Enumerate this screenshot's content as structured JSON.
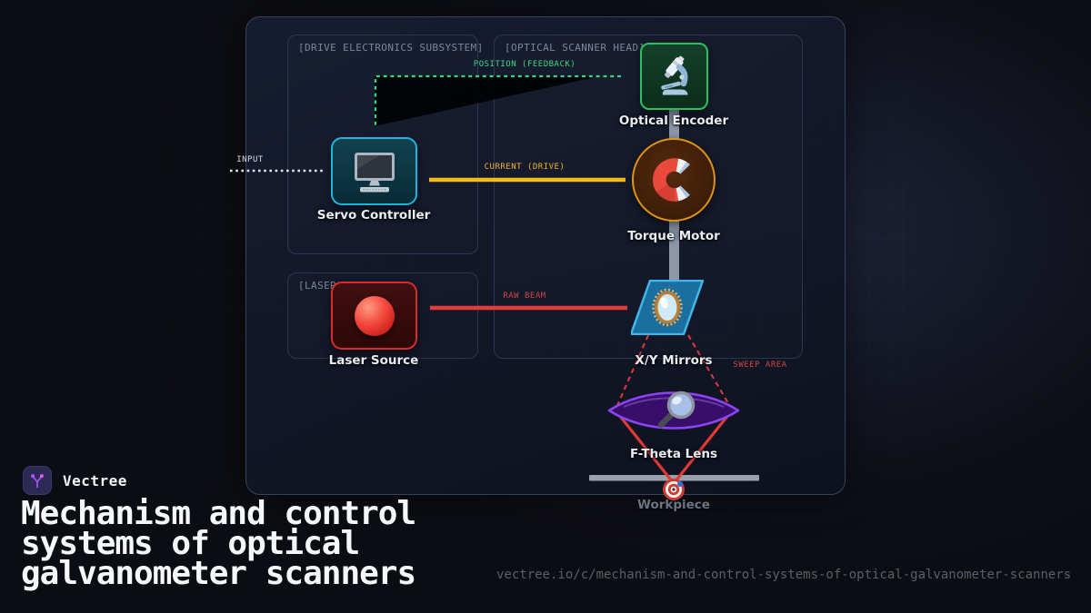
{
  "brand": {
    "name": "Vectree"
  },
  "title": {
    "lines": [
      "Mechanism and control",
      "systems of optical",
      "galvanometer scanners"
    ]
  },
  "footer": {
    "url": "vectree.io/c/mechanism-and-control-systems-of-optical-galvanometer-scanners"
  },
  "diagram": {
    "groups": [
      {
        "id": "drive",
        "label": "[DRIVE ELECTRONICS SUBSYSTEM]"
      },
      {
        "id": "optical",
        "label": "[OPTICAL SCANNER HEAD]"
      },
      {
        "id": "laser",
        "label": "[LASER"
      }
    ],
    "nodes": [
      {
        "id": "servo",
        "label": "Servo Controller",
        "icon": "computer-monitor-icon"
      },
      {
        "id": "encoder",
        "label": "Optical Encoder",
        "icon": "microscope-icon"
      },
      {
        "id": "motor",
        "label": "Torque Motor",
        "icon": "magnet-icon"
      },
      {
        "id": "mirrors",
        "label": "X/Y Mirrors",
        "icon": "mirror-icon"
      },
      {
        "id": "laser_src",
        "label": "Laser Source",
        "icon": "laser-ball-icon"
      },
      {
        "id": "ftheta",
        "label": "F-Theta Lens",
        "icon": "magnifier-icon"
      },
      {
        "id": "workpiece",
        "label": "Workpiece",
        "icon": "target-icon"
      }
    ],
    "connections": [
      {
        "id": "input",
        "label": "INPUT",
        "style": "dotted",
        "color": "#d9dee6"
      },
      {
        "id": "feedback",
        "label": "POSITION (FEEDBACK)",
        "style": "dashed",
        "color": "#3ed680"
      },
      {
        "id": "current",
        "label": "CURRENT (DRIVE)",
        "style": "solid",
        "color": "#f5ba1e"
      },
      {
        "id": "raw_beam",
        "label": "RAW BEAM",
        "style": "solid",
        "color": "#e23b3b"
      },
      {
        "id": "sweep",
        "label": "SWEEP AREA",
        "style": "dashed",
        "color": "#e23b3b"
      }
    ],
    "accent_colors": {
      "servo_border": "#1cb5dc",
      "encoder_border": "#26c163",
      "motor_border": "#e0930f",
      "laser_border": "#d92b2b",
      "mirror_fill": "#1a6f9e",
      "lens_border": "#8a45ef",
      "shaft": "#9aa5b6"
    }
  }
}
